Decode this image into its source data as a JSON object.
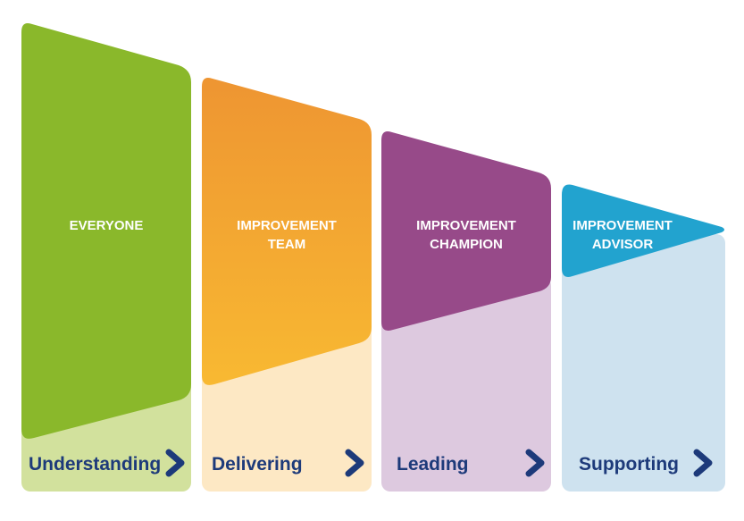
{
  "columns": [
    {
      "role_line1": "EVERYONE",
      "role_line2": "",
      "stage_label": "Understanding",
      "shape_color": "#8ab82b",
      "panel_color": "#d2e19d"
    },
    {
      "role_line1": "IMPROVEMENT",
      "role_line2": "TEAM",
      "stage_label": "Delivering",
      "shape_color_top": "#ee9532",
      "shape_color_bottom": "#f8b932",
      "panel_color": "#fde8c4"
    },
    {
      "role_line1": "IMPROVEMENT",
      "role_line2": "CHAMPION",
      "stage_label": "Leading",
      "shape_color": "#974a89",
      "panel_color": "#ddc9df"
    },
    {
      "role_line1": "IMPROVEMENT",
      "role_line2": "ADVISOR",
      "stage_label": "Supporting",
      "shape_color": "#22a3cf",
      "panel_color": "#cee2ef"
    }
  ],
  "arrow_color": "#1d3a7a",
  "arrow_icon": "chevron-right-icon"
}
